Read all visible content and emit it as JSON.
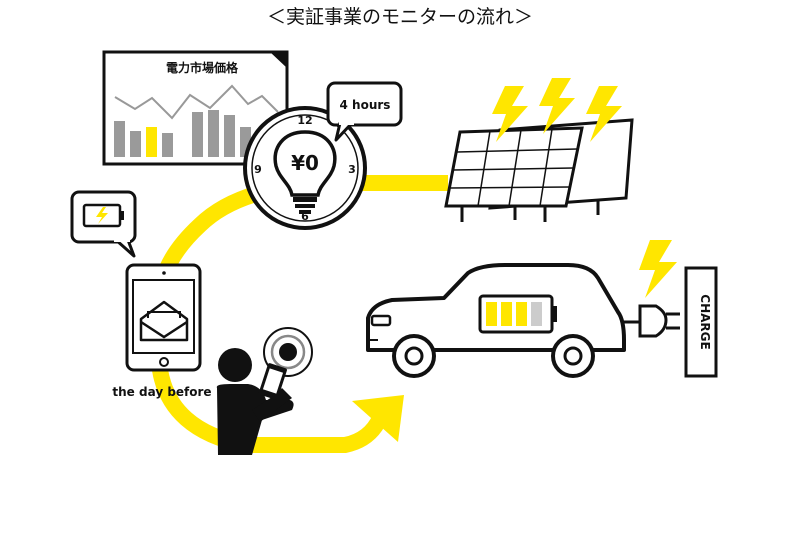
{
  "title": "＜実証事業のモニターの流れ＞",
  "market": {
    "label": "電力市場価格"
  },
  "clock": {
    "n12": "12",
    "n3": "3",
    "n6": "6",
    "n9": "9",
    "price": "¥0"
  },
  "bubble": {
    "text": "4 hours"
  },
  "phone": {
    "caption": "the day before"
  },
  "charge": {
    "label": "CHARGE"
  },
  "colors": {
    "accent": "#FFE600",
    "ink": "#111111",
    "gray": "#888888"
  }
}
